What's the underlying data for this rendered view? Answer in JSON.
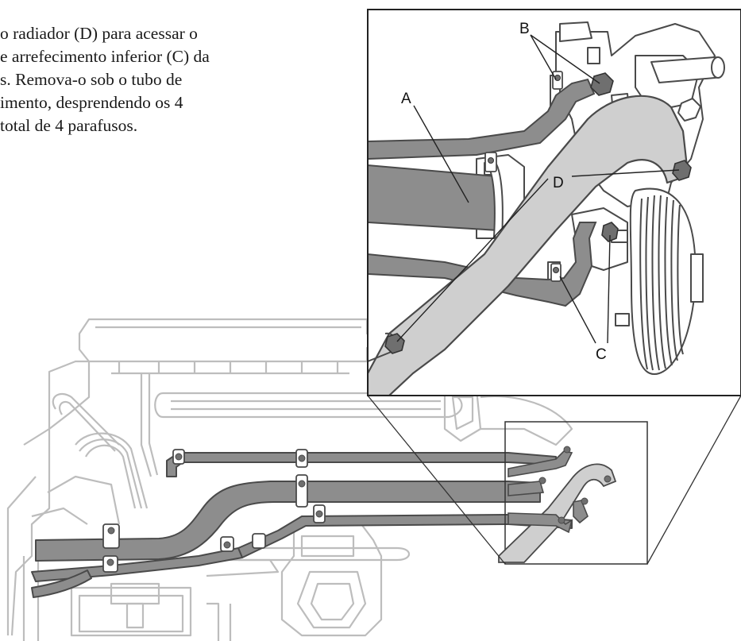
{
  "instruction": {
    "lines": [
      "o radiador (D) para acessar o",
      "e arrefecimento inferior (C) da",
      "s. Remova-o sob o tubo de",
      "imento, desprendendo os 4",
      "total de 4 parafusos."
    ]
  },
  "callouts": {
    "a": "A",
    "b": "B",
    "c": "C",
    "d": "D"
  },
  "colors": {
    "outline": "#4a4a4a",
    "hose_fill": "#8d8d8d",
    "pipe_fill": "#cfcfcf",
    "line_art": "#bdbdbd",
    "bolt_fill": "#6f6f6f"
  }
}
